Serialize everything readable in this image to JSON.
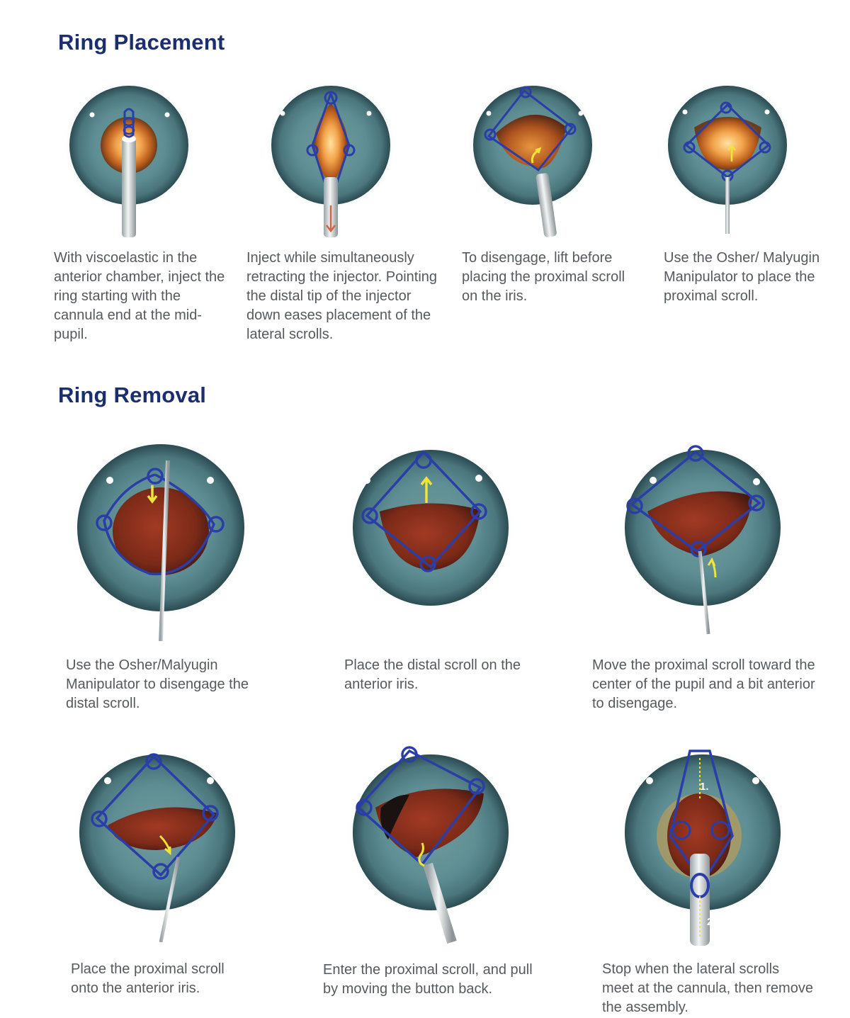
{
  "sections": {
    "placement": {
      "title": "Ring Placement",
      "steps": [
        {
          "caption": "With viscoelastic in the anterior chamber, inject the ring starting with the cannula end at the mid-pupil."
        },
        {
          "caption": "Inject while simultaneously retracting the injector. Pointing the distal tip of the injector down eases placement of the lateral scrolls."
        },
        {
          "caption": "To disengage, lift before placing the proximal scroll on the iris."
        },
        {
          "caption": "Use the Osher/ Malyugin Manipulator to place the proximal scroll."
        }
      ]
    },
    "removal": {
      "title": "Ring Removal",
      "steps": [
        {
          "caption": "Use the Osher/Malyugin Manipulator to disengage the distal scroll."
        },
        {
          "caption": "Place the distal scroll on the anterior iris."
        },
        {
          "caption": "Move the proximal scroll toward the center of the pupil and a bit anterior to disengage."
        },
        {
          "caption": "Place the proximal scroll onto the anterior iris."
        },
        {
          "caption": "Enter the proximal scroll, and pull by moving the button back."
        },
        {
          "caption": "Stop when the lateral scrolls meet at the cannula, then remove the assembly.",
          "step_labels": [
            "1.",
            "2."
          ]
        }
      ]
    }
  },
  "colors": {
    "heading": "#1b2f6e",
    "caption": "#555a5e",
    "iris": "#5e8e93",
    "ring": "#2b3ea8",
    "arrow": "#f2e33a"
  }
}
